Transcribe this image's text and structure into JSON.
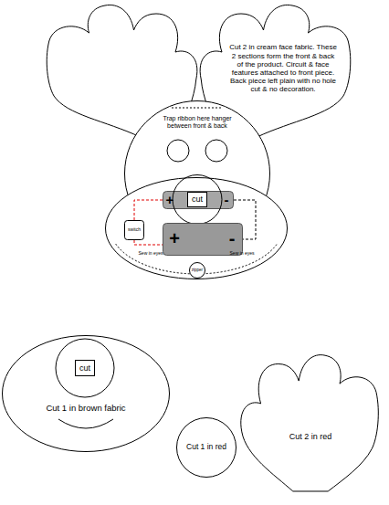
{
  "diagram": {
    "nodes": [
      {
        "text": [
          "Cut 2 in cream face fabric. These 2 sections form the front & back of the product. Circuit & face features attached to front piece. Back piece left plain with no hole cut & no decoration."
        ]
      },
      {
        "text": [
          "Trap ribbon here hanger between front & back"
        ]
      },
      {
        "text": [
          "Sew in eyes",
          "Sew in eyes"
        ]
      },
      {
        "text": [
          "+",
          "-"
        ],
        "in": 2
      },
      {
        "text": [
          "cut"
        ],
        "in": 2
      },
      {
        "text": [
          "switch"
        ],
        "in": 2
      },
      {
        "text": [
          "+",
          "-"
        ],
        "in": 2
      },
      {
        "text": [
          "zipper"
        ],
        "in": 2
      },
      {
        "text": [
          "Cut 1 in brown fabric"
        ]
      },
      {
        "text": [
          "cut"
        ],
        "in": 8
      },
      {
        "text": [
          "Cut 2 in red"
        ]
      },
      {
        "text": [
          "Cut 1 in red"
        ]
      }
    ],
    "edges": [
      {
        "from": 3,
        "to": 5,
        "arrow": "none"
      },
      {
        "from": 5,
        "to": 6,
        "arrow": "none"
      },
      {
        "from": 3,
        "to": 6,
        "arrow": "none"
      }
    ]
  }
}
